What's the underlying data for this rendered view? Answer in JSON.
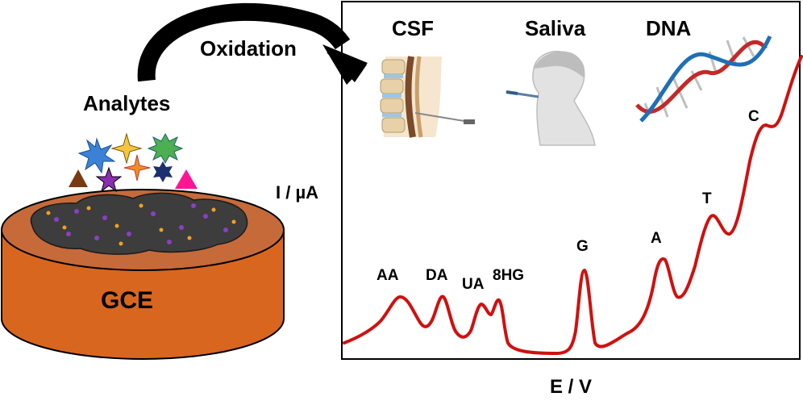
{
  "labels": {
    "oxidation": "Oxidation",
    "analytes": "Analytes",
    "electrode": "GCE",
    "samples": [
      "CSF",
      "Saliva",
      "DNA"
    ],
    "y_axis": "I / µA",
    "x_axis": "E / V"
  },
  "peaks": [
    "AA",
    "DA",
    "UA",
    "8HG",
    "G",
    "A",
    "T",
    "C"
  ],
  "colors": {
    "curve": "#d01010",
    "electrode_body": "#d9661f",
    "electrode_top": "#c66a3a",
    "film": "#3d3d3d",
    "arrow": "#000000"
  },
  "icons": [
    "spine-icon",
    "person-thermometer-icon",
    "dna-helix-icon",
    "analyte-shapes-icon",
    "electrode-icon"
  ]
}
